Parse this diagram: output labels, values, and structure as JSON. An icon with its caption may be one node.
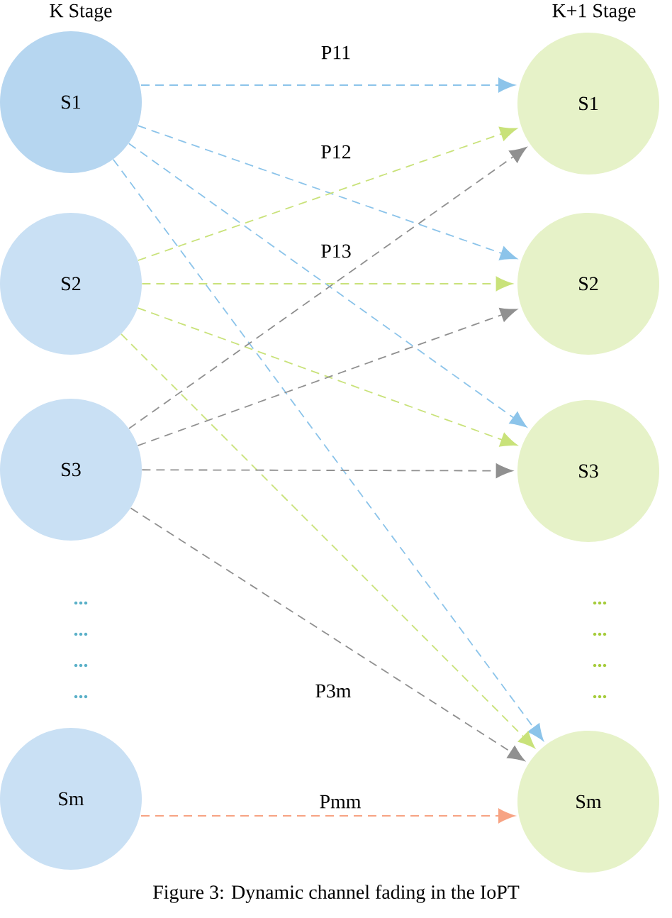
{
  "diagram": {
    "caption": "Figure 3: Dynamic channel fading in the IoPT",
    "nodes": [
      {
        "text": [
          "S1"
        ]
      },
      {
        "text": [
          "S2"
        ]
      },
      {
        "text": [
          "S3"
        ]
      },
      {
        "text": [
          "Sm"
        ]
      },
      {
        "text": [
          "S1"
        ]
      },
      {
        "text": [
          "S2"
        ]
      },
      {
        "text": [
          "S3"
        ]
      },
      {
        "text": [
          "Sm"
        ]
      }
    ],
    "edges": [
      {
        "from": 0,
        "to": 4,
        "arrow": "to",
        "style": "dashed",
        "color": "#8cc4ea",
        "label": "P11"
      },
      {
        "from": 0,
        "to": 5,
        "arrow": "to",
        "style": "dashed",
        "color": "#8cc4ea",
        "label": "P12"
      },
      {
        "from": 0,
        "to": 6,
        "arrow": "to",
        "style": "dashed",
        "color": "#8cc4ea",
        "label": "P13"
      },
      {
        "from": 0,
        "to": 7,
        "arrow": "to",
        "style": "dashed",
        "color": "#8cc4ea"
      },
      {
        "from": 1,
        "to": 4,
        "arrow": "to",
        "style": "dashed",
        "color": "#c9e27a"
      },
      {
        "from": 1,
        "to": 5,
        "arrow": "to",
        "style": "dashed",
        "color": "#c9e27a"
      },
      {
        "from": 1,
        "to": 6,
        "arrow": "to",
        "style": "dashed",
        "color": "#c9e27a"
      },
      {
        "from": 1,
        "to": 7,
        "arrow": "to",
        "style": "dashed",
        "color": "#c9e27a"
      },
      {
        "from": 2,
        "to": 4,
        "arrow": "to",
        "style": "dashed",
        "color": "#909090"
      },
      {
        "from": 2,
        "to": 5,
        "arrow": "to",
        "style": "dashed",
        "color": "#909090"
      },
      {
        "from": 2,
        "to": 6,
        "arrow": "to",
        "style": "dashed",
        "color": "#909090"
      },
      {
        "from": 2,
        "to": 7,
        "arrow": "to",
        "style": "dashed",
        "color": "#909090",
        "label": "P3m"
      },
      {
        "from": 3,
        "to": 7,
        "arrow": "to",
        "style": "dashed",
        "color": "#f7a383",
        "label": "Pmm"
      }
    ],
    "labels": [
      "K Stage",
      "K+1 Stage",
      "...",
      "...",
      "...",
      "...",
      "...",
      "...",
      "...",
      "..."
    ]
  }
}
